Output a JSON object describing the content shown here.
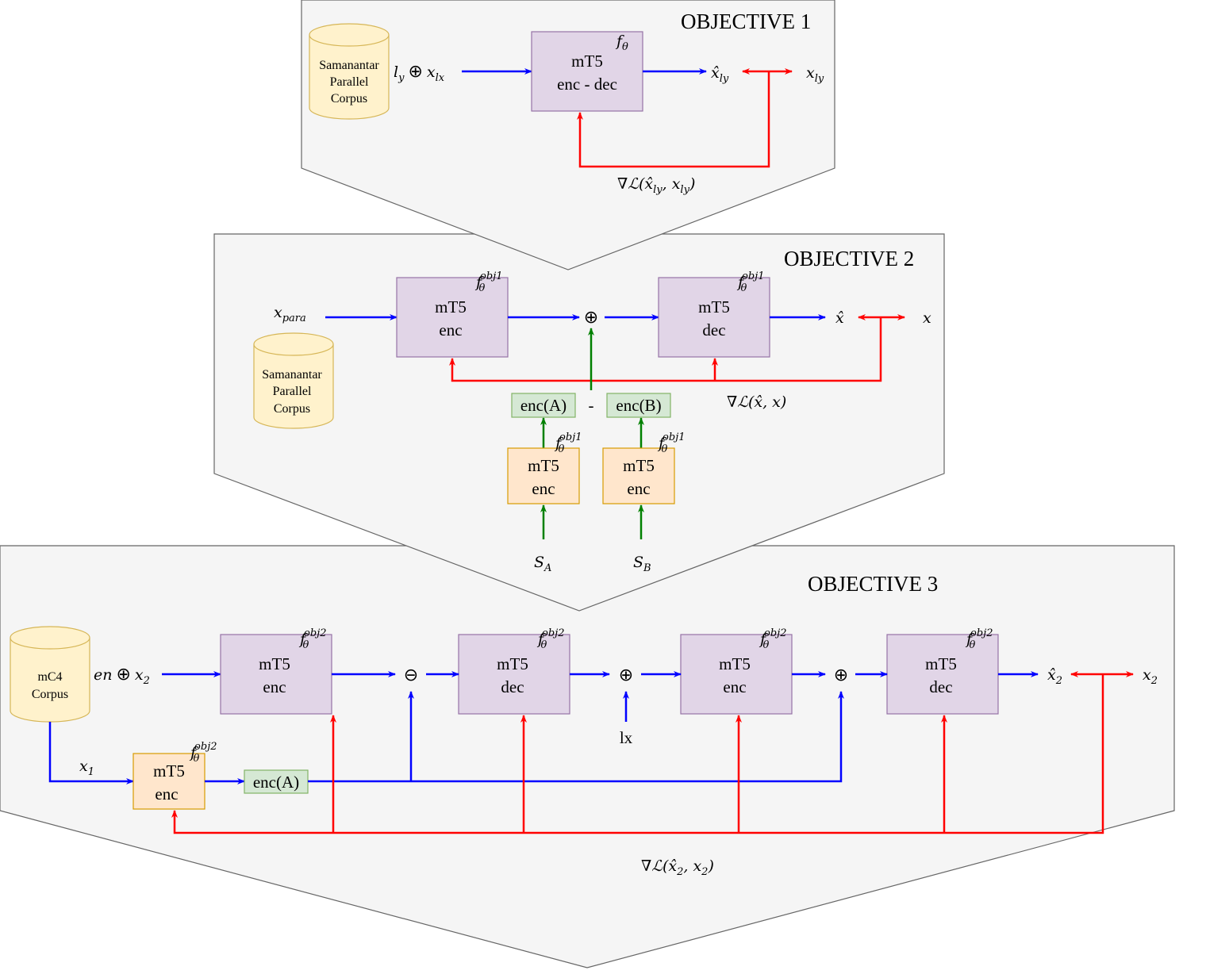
{
  "colors": {
    "panel_fill": "#f5f5f5",
    "panel_stroke": "#666666",
    "purple_fill": "#e1d5e7",
    "purple_stroke": "#9673a6",
    "orange_fill": "#ffe6cc",
    "orange_stroke": "#d79b00",
    "green_fill": "#d5e8d4",
    "green_stroke": "#82b366",
    "cyl_fill": "#fff2cc",
    "cyl_stroke": "#d6b656",
    "blue": "#0000ff",
    "red": "#ff0000",
    "greenline": "#008000"
  },
  "objective1": {
    "title": "OBJECTIVE 1",
    "corpus": [
      "Samanantar",
      "Parallel",
      "Corpus"
    ],
    "input": {
      "a": "l",
      "a_sub": "y",
      "op": "⊕",
      "b": "x",
      "b_sub": "lx"
    },
    "model": {
      "line1": "mT5",
      "line2": "enc - dec",
      "f": "f",
      "f_sub": "θ"
    },
    "output": {
      "hat": "x̂",
      "sub": "ly"
    },
    "target": {
      "main": "x",
      "sub": "ly"
    },
    "loss": {
      "nabla": "∇",
      "L": "ℒ",
      "args": "(x̂",
      "s1": "ly",
      "comma": ", x",
      "s2": "ly",
      "close": ")"
    }
  },
  "objective2": {
    "title": "OBJECTIVE 2",
    "corpus": [
      "Samanantar",
      "Parallel",
      "Corpus"
    ],
    "input": {
      "main": "x",
      "sub": "para"
    },
    "enc": {
      "line1": "mT5",
      "line2": "enc",
      "f": "f",
      "f_sub": "θ",
      "f_sup": "obj1"
    },
    "dec": {
      "line1": "mT5",
      "line2": "dec",
      "f": "f",
      "f_sub": "θ",
      "f_sup": "obj1"
    },
    "plus": "⊕",
    "output": "x̂",
    "target": "x",
    "loss": "∇ℒ(x̂, x)",
    "encA": "enc(A)",
    "encB": "enc(B)",
    "minus": "-",
    "encA_model": {
      "line1": "mT5",
      "line2": "enc",
      "f": "f",
      "f_sub": "θ",
      "f_sup": "obj1"
    },
    "encB_model": {
      "line1": "mT5",
      "line2": "enc",
      "f": "f",
      "f_sub": "θ",
      "f_sup": "obj1"
    },
    "sA": {
      "main": "S",
      "sub": "A"
    },
    "sB": {
      "main": "S",
      "sub": "B"
    }
  },
  "objective3": {
    "title": "OBJECTIVE 3",
    "corpus": [
      "mC4",
      "Corpus"
    ],
    "input": {
      "a": "en",
      "op": "⊕",
      "b": "x",
      "b_sub": "2"
    },
    "boxes": [
      {
        "line1": "mT5",
        "line2": "enc",
        "f": "f",
        "f_sub": "θ",
        "f_sup": "obj2"
      },
      {
        "line1": "mT5",
        "line2": "dec",
        "f": "f",
        "f_sub": "θ",
        "f_sup": "obj2"
      },
      {
        "line1": "mT5",
        "line2": "enc",
        "f": "f",
        "f_sub": "θ",
        "f_sup": "obj2"
      },
      {
        "line1": "mT5",
        "line2": "dec",
        "f": "f",
        "f_sub": "θ",
        "f_sup": "obj2"
      }
    ],
    "minus": "⊖",
    "plus1": "⊕",
    "plus2": "⊕",
    "lx": "lx",
    "x1": {
      "main": "x",
      "sub": "1"
    },
    "side_model": {
      "line1": "mT5",
      "line2": "enc",
      "f": "f",
      "f_sub": "θ",
      "f_sup": "obj2"
    },
    "encA": "enc(A)",
    "output": {
      "hat": "x̂",
      "sub": "2"
    },
    "target": {
      "main": "x",
      "sub": "2"
    },
    "loss": {
      "pre": "∇ℒ(x̂",
      "s1": "2",
      "mid": ", x",
      "s2": "2",
      "close": ")"
    }
  }
}
